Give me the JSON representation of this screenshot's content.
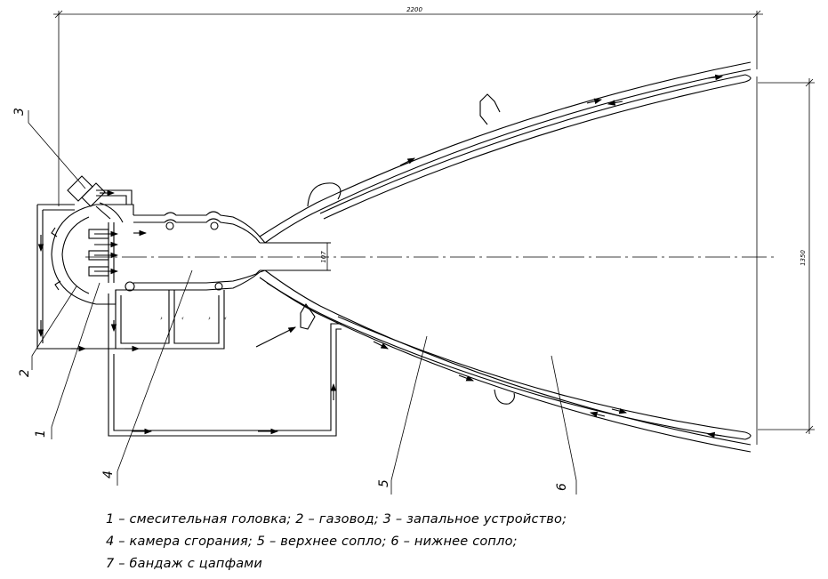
{
  "dimensions": {
    "overall_length": "2200",
    "exit_diameter": "1350",
    "throat_diameter": "107"
  },
  "callouts": {
    "c1": "1",
    "c2": "2",
    "c3": "3",
    "c4": "4",
    "c5": "5",
    "c6": "6"
  },
  "legend": {
    "line1": "1 – смесительная головка; 2 – газовод; 3 – запальное устройство;",
    "line2": "4 – камера сгорания; 5 – верхнее сопло; 6 – нижнее  сопло;",
    "line3": "7 – бандаж с цапфами"
  }
}
